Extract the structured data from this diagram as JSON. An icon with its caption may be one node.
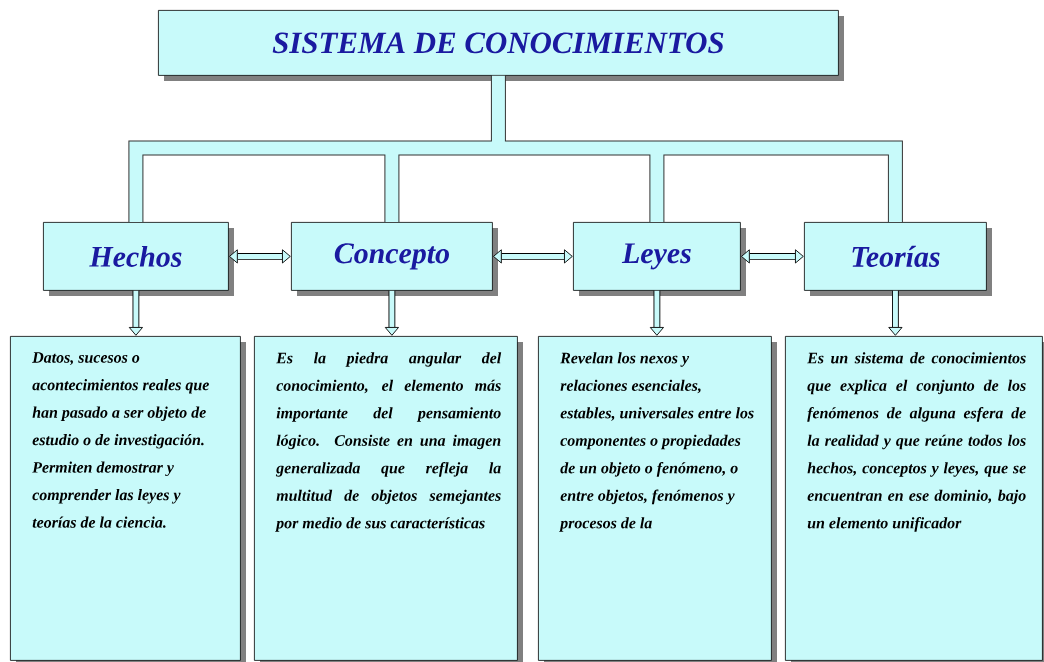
{
  "diagram": {
    "nodes": [
      {
        "text": [
          "SISTEMA DE CONOCIMIENTOS"
        ]
      },
      {
        "text": [
          "Hechos"
        ]
      },
      {
        "text": [
          "Concepto"
        ]
      },
      {
        "text": [
          "Leyes"
        ]
      },
      {
        "text": [
          "Teorías"
        ]
      },
      {
        "text": [
          "Datos, sucesos o acontecimientos reales que han pasado a ser objeto de estudio o de investigación. Permiten demostrar y comprender las leyes y teorías de la ciencia."
        ]
      },
      {
        "text": [
          "Es la piedra angular del conocimiento, el elemento más importante del pensamiento lógico. Consiste en una imagen generalizada que refleja la multitud de objetos semejantes por medio de sus características"
        ]
      },
      {
        "text": [
          "Revelan los nexos y relaciones esenciales, estables, universales entre los componentes o propiedades de un objeto o fenómeno, o entre objetos, fenómenos y procesos de la"
        ]
      },
      {
        "text": [
          "Es un sistema de conocimientos que explica el conjunto de los fenómenos de alguna esfera de la realidad y que reúne todos los hechos, conceptos y leyes, que se encuentran en ese dominio, bajo un elemento unificador"
        ]
      }
    ],
    "edges": [
      {
        "from": 0,
        "to": 1,
        "arrow": "none",
        "style": "thick"
      },
      {
        "from": 0,
        "to": 2,
        "arrow": "none",
        "style": "thick"
      },
      {
        "from": 0,
        "to": 3,
        "arrow": "none",
        "style": "thick"
      },
      {
        "from": 0,
        "to": 4,
        "arrow": "none",
        "style": "thick"
      },
      {
        "from": 1,
        "to": 2,
        "arrow": "both"
      },
      {
        "from": 2,
        "to": 3,
        "arrow": "both"
      },
      {
        "from": 3,
        "to": 4,
        "arrow": "both"
      },
      {
        "from": 1,
        "to": 5,
        "arrow": "to"
      },
      {
        "from": 2,
        "to": 6,
        "arrow": "to"
      },
      {
        "from": 3,
        "to": 7,
        "arrow": "to"
      },
      {
        "from": 4,
        "to": 8,
        "arrow": "to"
      }
    ]
  }
}
